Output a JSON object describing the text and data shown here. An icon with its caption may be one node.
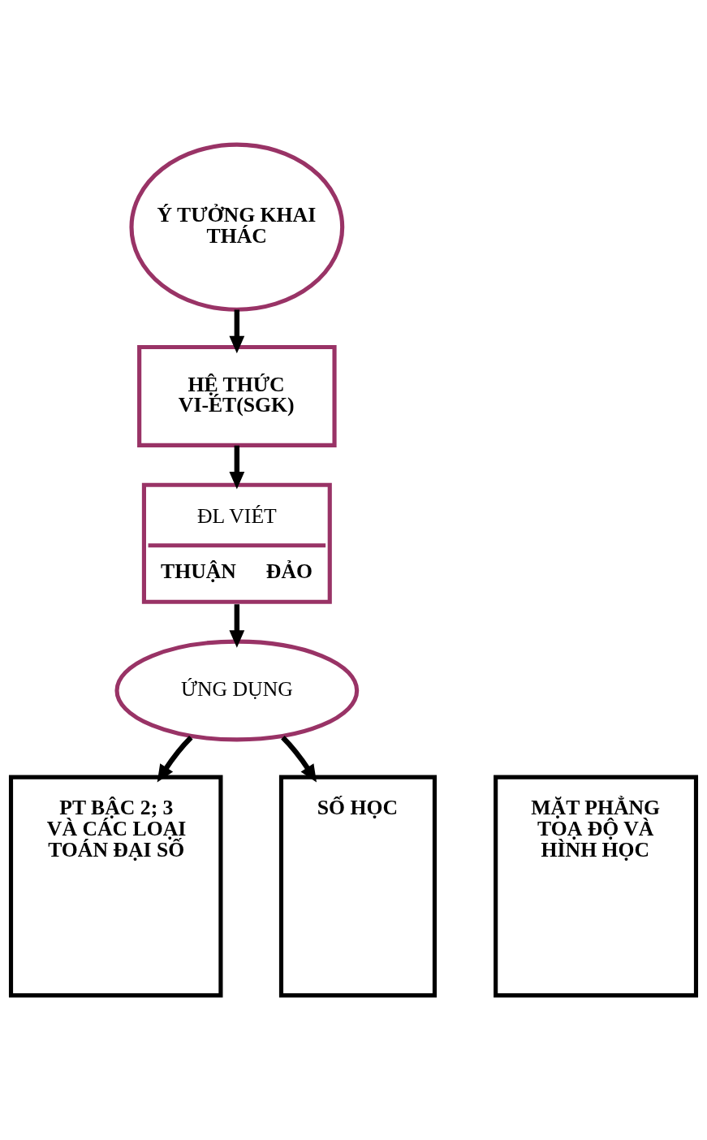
{
  "diagram": {
    "nodes": [
      {
        "text": [
          "Ý TƯỞNG KHAI THÁC"
        ]
      },
      {
        "text": [
          "HỆ THỨC VI-ÉT(SGK)"
        ]
      },
      {
        "text": [
          "ĐL VIÉT",
          "THUẬN",
          "ĐẢO"
        ]
      },
      {
        "text": [
          "ỨNG DỤNG"
        ]
      },
      {
        "text": [
          "PT BẬC 2; 3 VÀ CÁC LOẠI TOÁN ĐẠI SỐ"
        ]
      },
      {
        "text": [
          "MẶT PHẲNG TOẠ ĐỘ VÀ HÌNH HỌC"
        ]
      },
      {
        "text": [
          "SỐ HỌC"
        ]
      }
    ],
    "edges": [
      {
        "from": 0,
        "to": 1,
        "arrow": "to"
      },
      {
        "from": 1,
        "to": 2,
        "arrow": "to"
      },
      {
        "from": 2,
        "to": 3,
        "arrow": "to"
      },
      {
        "from": 3,
        "to": 4,
        "arrow": "to"
      },
      {
        "from": 3,
        "to": 6,
        "arrow": "to"
      }
    ]
  }
}
